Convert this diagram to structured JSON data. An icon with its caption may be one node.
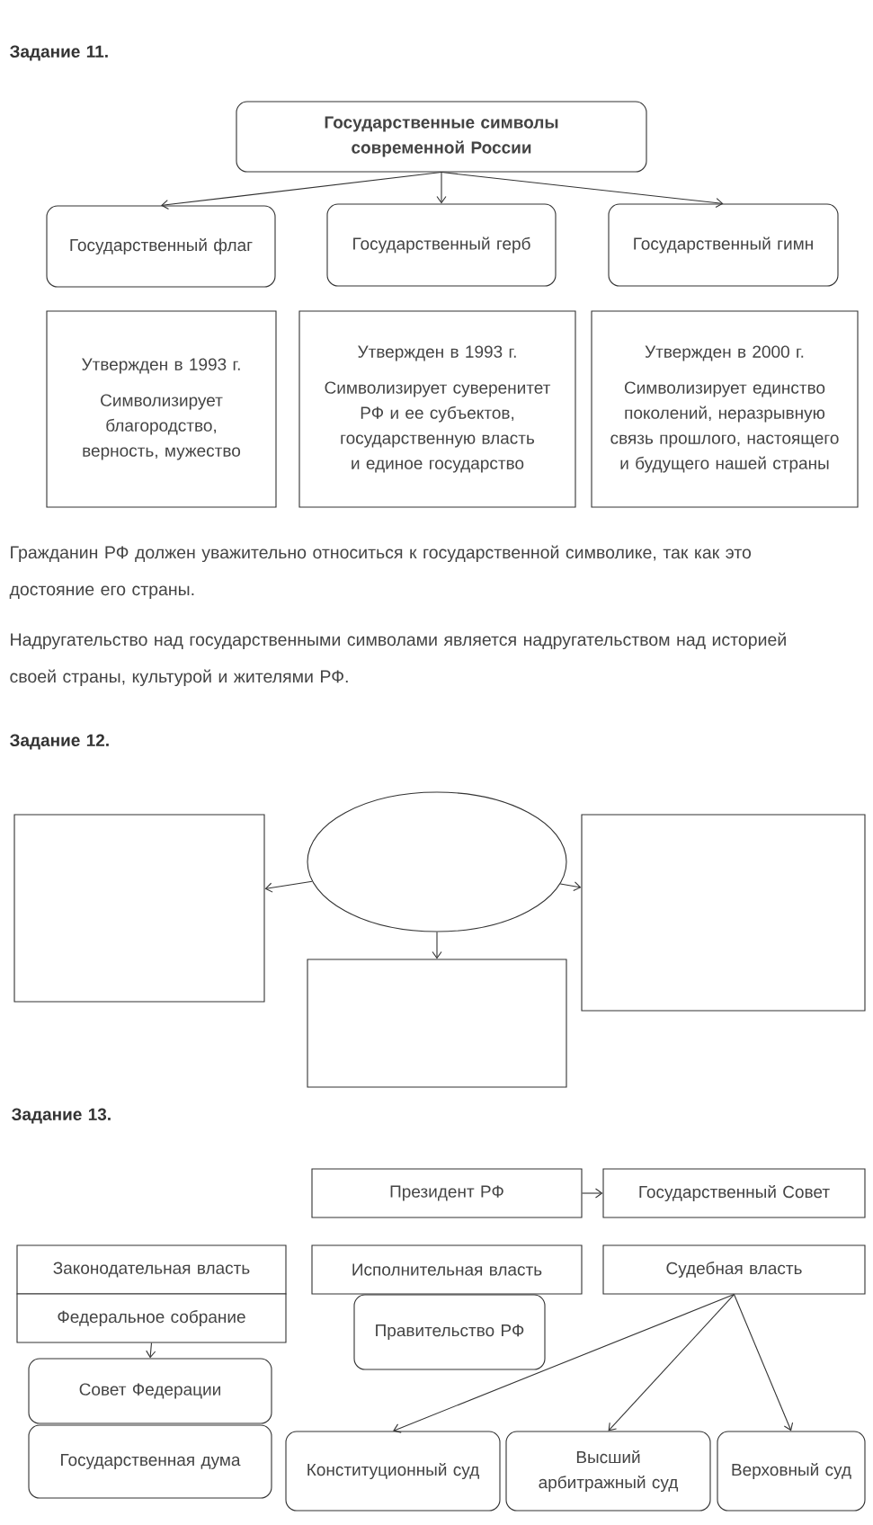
{
  "diagram": {
    "nodes": [
      {
        "text": [
          "Государственные символы современной России"
        ]
      },
      {
        "text": [
          "Государственный флаг"
        ]
      },
      {
        "text": [
          "Государственный герб"
        ]
      },
      {
        "text": [
          "Государственный гимн"
        ]
      },
      {
        "text": [
          "Утвержден в 1993 г.",
          "Символизирует благородство, верность, мужество"
        ]
      },
      {
        "text": [
          "Утвержден в 1993 г.",
          "Символизирует суверенитет РФ и ее субъектов, государственную власть и единое государство"
        ]
      },
      {
        "text": [
          "Утвержден в 2000 г.",
          "Символизирует единство поколений, неразрывную связь прошлого, настоящего и будущего нашей страны"
        ]
      },
      {
        "text": [],
        "shape": "ellipse"
      },
      {
        "text": [],
        "shape": "box"
      },
      {
        "text": [],
        "shape": "box"
      },
      {
        "text": [],
        "shape": "box"
      },
      {
        "text": [
          "Президент РФ"
        ]
      },
      {
        "text": [
          "Государственный Совет"
        ]
      },
      {
        "text": [
          "Законодательная власть"
        ]
      },
      {
        "text": [
          "Исполнительная власть"
        ]
      },
      {
        "text": [
          "Судебная власть"
        ]
      },
      {
        "text": [
          "Федеральное собрание"
        ]
      },
      {
        "text": [
          "Правительство РФ"
        ]
      },
      {
        "text": [
          "Совет Федерации"
        ]
      },
      {
        "text": [
          "Государственная дума"
        ]
      },
      {
        "text": [
          "Конституционный суд"
        ]
      },
      {
        "text": [
          "Высший арбитражный суд"
        ]
      },
      {
        "text": [
          "Верховный суд"
        ]
      }
    ],
    "edges": [
      {
        "from": 0,
        "to": 1,
        "arrow": "to"
      },
      {
        "from": 0,
        "to": 2,
        "arrow": "to"
      },
      {
        "from": 0,
        "to": 3,
        "arrow": "to"
      },
      {
        "from": 7,
        "to": 8,
        "arrow": "to"
      },
      {
        "from": 7,
        "to": 10,
        "arrow": "to"
      },
      {
        "from": 7,
        "to": 9,
        "arrow": "to"
      },
      {
        "from": 11,
        "to": 12,
        "arrow": "to"
      },
      {
        "from": 16,
        "to": 18,
        "arrow": "to"
      },
      {
        "from": 15,
        "to": 20,
        "arrow": "to"
      },
      {
        "from": 15,
        "to": 21,
        "arrow": "to"
      },
      {
        "from": 15,
        "to": 22,
        "arrow": "to"
      }
    ],
    "labels": [
      "Задание 11.",
      "Гражданин РФ должен уважительно относиться к государственной символике, так как это достояние его страны.",
      "Надругательство над государственными символами является надругательством над историей своей страны, культурой и жителями РФ.",
      "Задание 12.",
      "Задание 13."
    ]
  }
}
